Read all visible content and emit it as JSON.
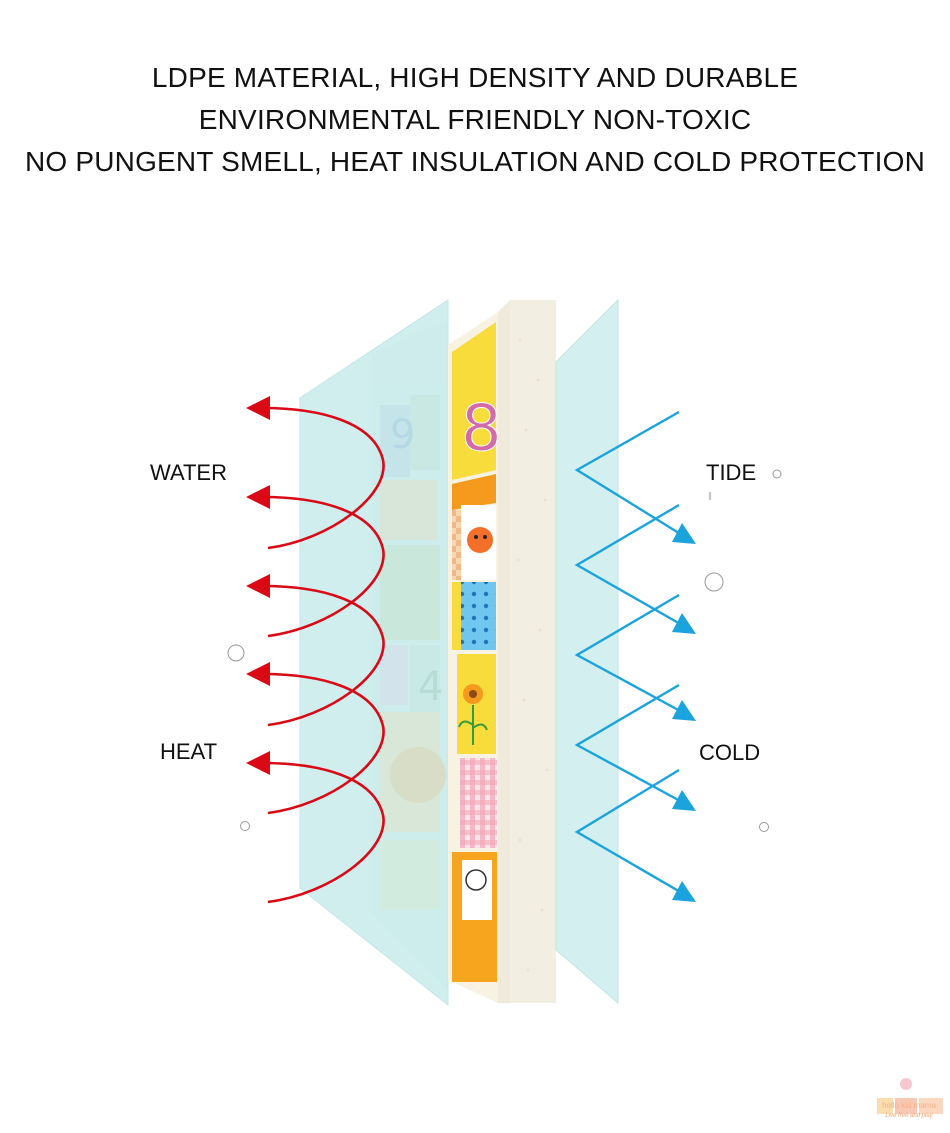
{
  "headline": {
    "line1": "LDPE MATERIAL, HIGH DENSITY AND DURABLE",
    "line2": "ENVIRONMENTAL FRIENDLY NON-TOXIC",
    "line3": "NO PUNGENT SMELL, HEAT INSULATION AND COLD PROTECTION"
  },
  "labels": {
    "water": "WATER",
    "heat": "HEAT",
    "tide": "TIDE",
    "cold": "COLD"
  },
  "colors": {
    "heat_arrows": "#d90a16",
    "cold_arrows": "#1aa3dc",
    "film_layer": "#cfeef0",
    "foam_core": "#efeadb",
    "print_yellow": "#f8dc3c",
    "print_orange": "#f59a1c"
  },
  "mat_print_numerals": {
    "top": "8",
    "back_top": "9",
    "back_middle": "4"
  },
  "logo": {
    "wordmark": "hello kid mama",
    "tagline": "Live free and play"
  }
}
